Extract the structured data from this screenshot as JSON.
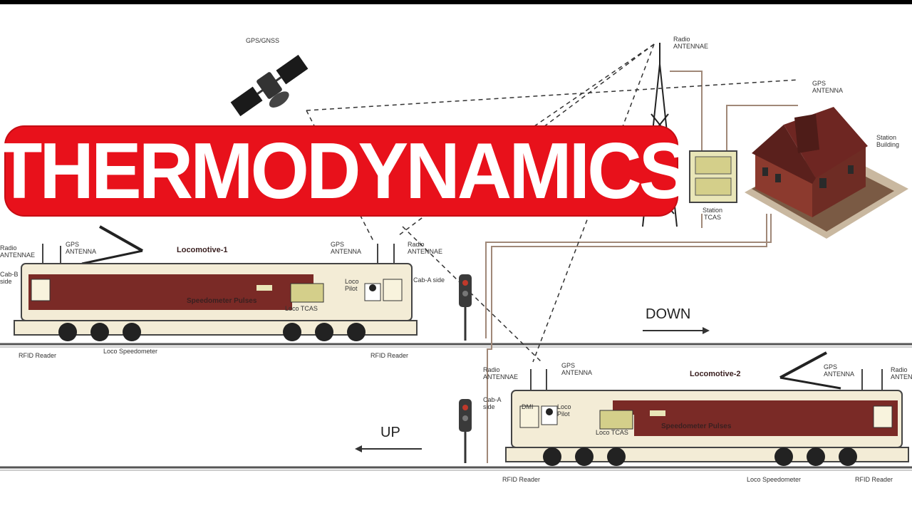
{
  "title": "THERMODYNAMICS",
  "labels": {
    "gps_gnss": "GPS/GNSS",
    "radio_antennae_top": "Radio ANTENNAE",
    "gps_antenna_top": "GPS ANTENNA",
    "station_building": "Station Building",
    "station_tcas": "Station TCAS",
    "loco1_title": "Locomotive-1",
    "loco1_radio_antennae": "Radio ANTENNAE",
    "loco1_gps_antenna_left": "GPS ANTENNA",
    "loco1_gps_antenna_right": "GPS ANTENNA",
    "loco1_radio_antennae_right": "Radio ANTENNAE",
    "loco1_cab_b": "Cab-B side",
    "loco1_cab_a": "Cab-A side",
    "loco1_loco_pilot": "Loco Pilot",
    "loco1_speedometer": "Speedometer Pulses",
    "loco1_loco_tcas": "Loco TCAS",
    "loco1_rfid_left": "RFID Reader",
    "loco1_loco_speedometer": "Loco Speedometer",
    "loco1_rfid_right": "RFID Reader",
    "down": "DOWN",
    "up": "UP",
    "loco2_title": "Locomotive-2",
    "loco2_radio_antennae": "Radio ANTENNAE",
    "loco2_gps_antenna": "GPS ANTENNA",
    "loco2_gps_antenna_right": "GPS ANTENNA",
    "loco2_radio_antennae_right": "Radio ANTENNAE",
    "loco2_cab_a": "Cab-A side",
    "loco2_dmi": "DMI",
    "loco2_loco_pilot": "Loco Pilot",
    "loco2_loco_tcas": "Loco TCAS",
    "loco2_speedometer": "Speedometer Pulses",
    "loco2_rfid_left": "RFID Reader",
    "loco2_loco_speedometer": "Loco Speedometer",
    "loco2_rfid_right": "RFID Reader"
  },
  "colors": {
    "title_bg": "#e8111b",
    "title_text": "#ffffff",
    "loco_body": "#7a2a26",
    "loco_frame": "#f3ecd6",
    "track": "#555555",
    "tcas_box": "#e9e6b8",
    "building_roof": "#6e2622",
    "building_wall": "#8c3a2e"
  }
}
